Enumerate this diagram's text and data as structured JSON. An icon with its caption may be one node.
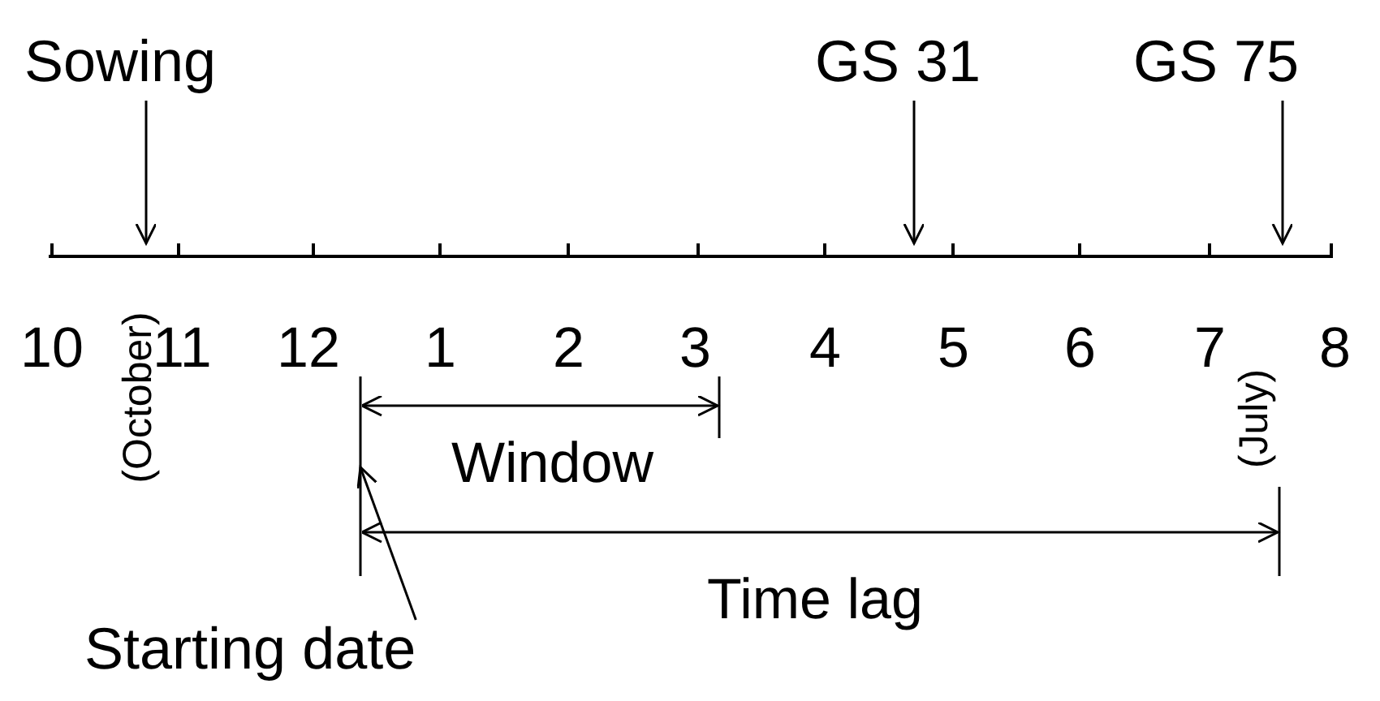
{
  "diagram": {
    "nodes": [
      {
        "text": [
          "Sowing"
        ]
      },
      {
        "text": [
          "GS 31"
        ]
      },
      {
        "text": [
          "GS 75"
        ]
      },
      {
        "text": [
          "Starting date"
        ]
      }
    ],
    "edges": [
      {
        "from": 0,
        "to": null,
        "arrow": "to"
      },
      {
        "from": 1,
        "to": null,
        "arrow": "to"
      },
      {
        "from": 2,
        "to": null,
        "arrow": "to"
      },
      {
        "from": 3,
        "to": null,
        "arrow": "to"
      }
    ],
    "labels": [
      "10",
      "(October)",
      "11",
      "12",
      "1",
      "2",
      "3",
      "4",
      "5",
      "6",
      "7",
      "(July)",
      "8",
      "Window",
      "Time lag"
    ]
  }
}
